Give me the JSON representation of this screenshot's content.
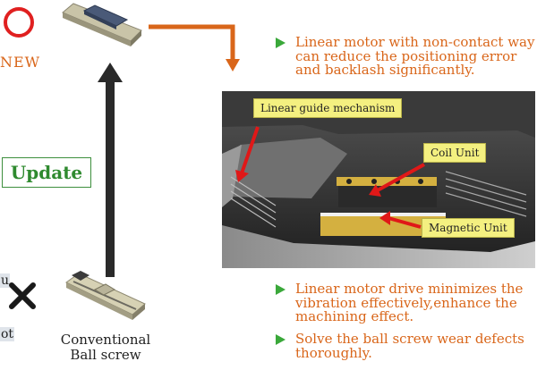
{
  "left": {
    "new_label": "NEW",
    "update_label": "Update",
    "cut_text_1": "u",
    "cut_text_2": "ot"
  },
  "old_product": {
    "caption_line1": "Conventional",
    "caption_line2": "Ball screw"
  },
  "photo": {
    "callouts": {
      "guide": "Linear guide mechanism",
      "coil": "Coil Unit",
      "magnetic": "Magnetic Unit"
    }
  },
  "bullets": [
    "Linear motor with non-contact way can reduce the positioning error and backlash significantly.",
    "Linear motor drive minimizes the vibration effectively,enhance the machining effect.",
    "Solve the ball screw wear defects thoroughly."
  ],
  "colors": {
    "accent_orange": "#d9661a",
    "bullet_green": "#3aa83a",
    "update_green": "#2f8a2f",
    "circle_red": "#e02020",
    "callout_yellow": "#f4f080"
  }
}
